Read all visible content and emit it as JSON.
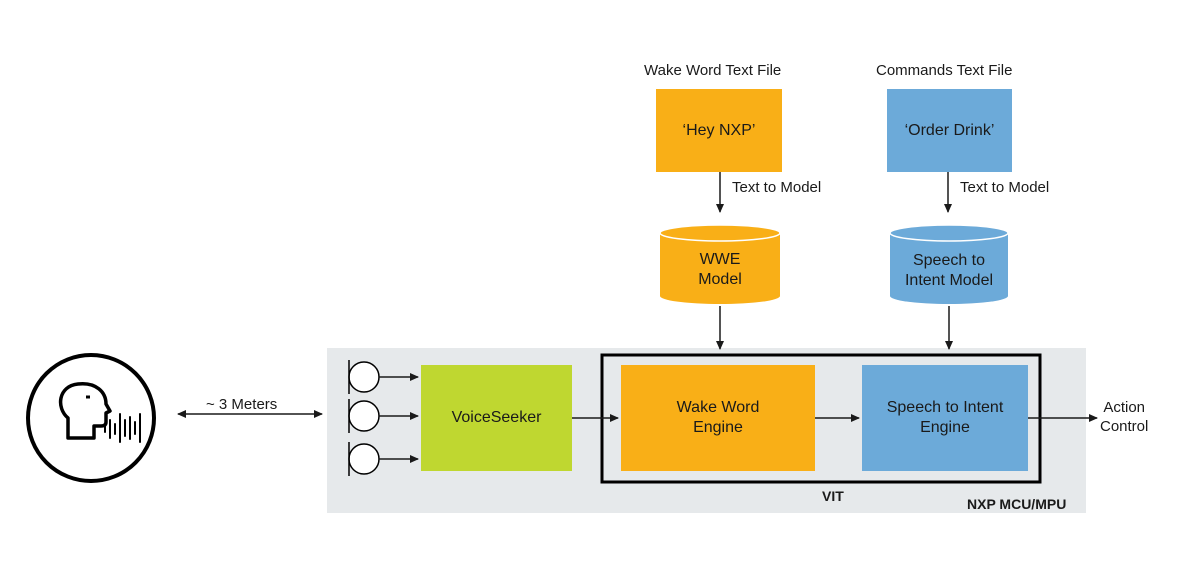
{
  "labels": {
    "wake_word_file": "Wake Word Text File",
    "commands_file": "Commands Text File",
    "text_to_model_1": "Text to Model",
    "text_to_model_2": "Text to Model",
    "distance": "~  3 Meters",
    "action_control_line1": "Action",
    "action_control_line2": "Control",
    "vit": "VIT",
    "platform": "NXP MCU/MPU"
  },
  "boxes": {
    "hey_nxp": "‘Hey NXP’",
    "order_drink": "‘Order Drink’",
    "wwe_model_line1": "WWE",
    "wwe_model_line2": "Model",
    "sti_model_line1": "Speech to",
    "sti_model_line2": "Intent Model",
    "voiceseeker": "VoiceSeeker",
    "wake_engine_line1": "Wake Word",
    "wake_engine_line2": "Engine",
    "sti_engine_line1": "Speech to Intent",
    "sti_engine_line2": "Engine"
  },
  "icons": {
    "speaker": "speaking-head-icon",
    "microphones": [
      "microphone-icon",
      "microphone-icon",
      "microphone-icon"
    ]
  },
  "colors": {
    "orange": "#F9AF17",
    "blue": "#6CAAD9",
    "green": "#BFD730",
    "platform_bg": "#E6E9EB",
    "line": "#1a1a1a"
  }
}
